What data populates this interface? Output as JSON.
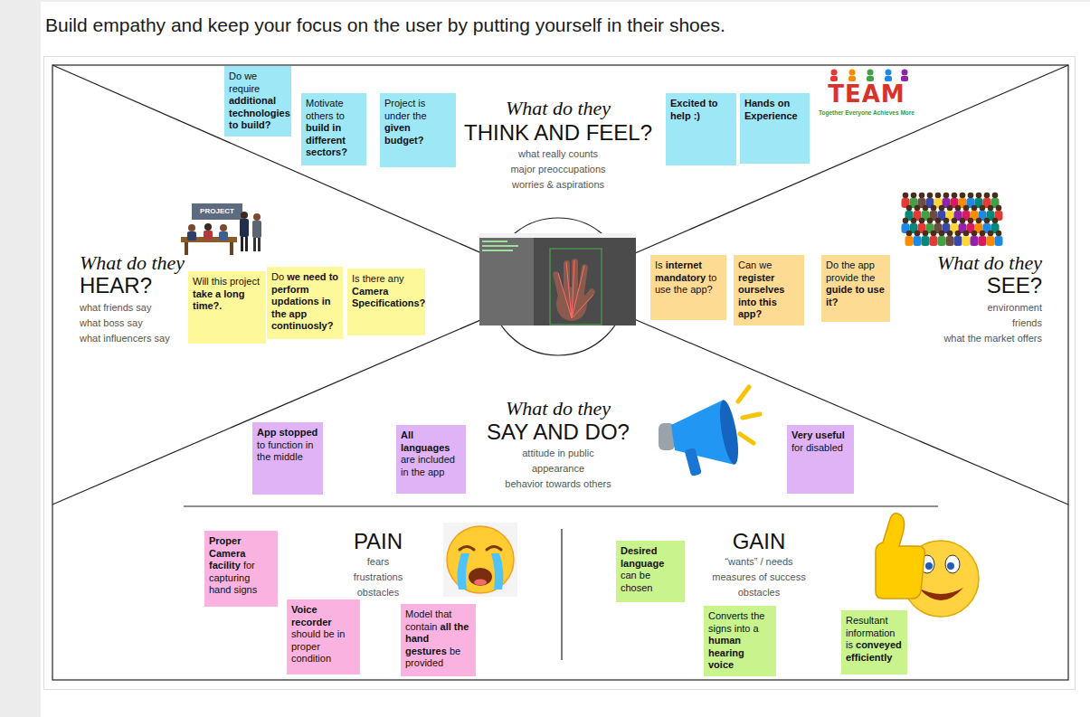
{
  "diagram": {
    "title": "Build empathy and keep your focus on the user by putting yourself in their shoes.",
    "nodes": [
      {
        "text": [
          "Do we require additional technologies to build?"
        ]
      },
      {
        "text": [
          "Motivate others to build in different sectors?"
        ]
      },
      {
        "text": [
          "Project is under the given budget?"
        ]
      },
      {
        "text": [
          "Excited to help :)"
        ]
      },
      {
        "text": [
          "Hands on Experience"
        ]
      },
      {
        "text": [
          "Will this project take a long time?."
        ]
      },
      {
        "text": [
          "Do we need to perform updations in the app continuosly?"
        ]
      },
      {
        "text": [
          "Is there any Camera Specifications?"
        ]
      },
      {
        "text": [
          "Is internet mandatory to use the app?"
        ]
      },
      {
        "text": [
          "Can we register ourselves into this app?"
        ]
      },
      {
        "text": [
          "Do the app provide the guide to use it?"
        ]
      },
      {
        "text": [
          "App stopped to function in the middle"
        ]
      },
      {
        "text": [
          "All languages are included in the app"
        ]
      },
      {
        "text": [
          "Very useful for disabled"
        ]
      },
      {
        "text": [
          "Proper Camera facility for capturing hand signs"
        ]
      },
      {
        "text": [
          "Voice recorder should be in proper condition"
        ]
      },
      {
        "text": [
          "Model that contain all the hand gestures be provided"
        ]
      },
      {
        "text": [
          "Desired language can be chosen"
        ]
      },
      {
        "text": [
          "Converts the signs into a human hearing voice"
        ]
      },
      {
        "text": [
          "Resultant information is conveyed efficiently"
        ]
      }
    ],
    "labels": [
      "What do they",
      "THINK AND FEEL?",
      "what really counts",
      "major preoccupations",
      "worries & aspirations",
      "TEAM",
      "Together Everyone Achieves More",
      "PROJECT",
      "What do they",
      "HEAR?",
      "what friends say",
      "what boss say",
      "what influencers say",
      "What do they",
      "SEE?",
      "environment",
      "friends",
      "what the market offers",
      "What do they",
      "SAY AND DO?",
      "attitude in public",
      "appearance",
      "behavior towards others",
      "PAIN",
      "fears",
      "frustrations",
      "obstacles",
      "GAIN",
      "“wants” / needs",
      "measures of success",
      "obstacles"
    ]
  }
}
